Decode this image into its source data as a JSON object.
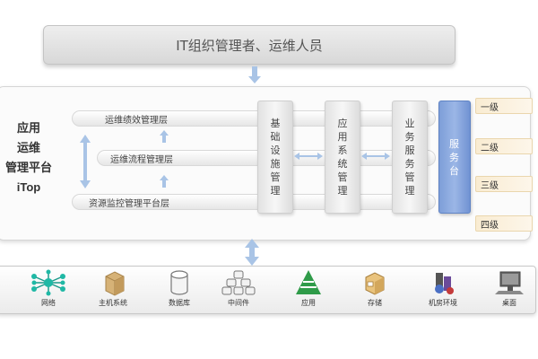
{
  "header": {
    "title": "IT组织管理者、运维人员"
  },
  "platform": {
    "lines": [
      "应用",
      "运维",
      "管理平台",
      "iTop"
    ]
  },
  "layers": [
    {
      "label": "运维绩效管理层"
    },
    {
      "label": "运维流程管理层"
    },
    {
      "label": "资源监控管理平台层"
    }
  ],
  "columns": [
    {
      "label": "基础设施管理"
    },
    {
      "label": "应用系统管理"
    },
    {
      "label": "业务服务管理"
    }
  ],
  "service_desk": {
    "label": "服务台"
  },
  "levels": [
    "一级",
    "二级",
    "三级",
    "四级"
  ],
  "resources": [
    {
      "label": "网络",
      "icon": "network-icon"
    },
    {
      "label": "主机系统",
      "icon": "host-system-icon"
    },
    {
      "label": "数据库",
      "icon": "database-icon"
    },
    {
      "label": "中间件",
      "icon": "middleware-icon"
    },
    {
      "label": "应用",
      "icon": "application-icon"
    },
    {
      "label": "存储",
      "icon": "storage-icon"
    },
    {
      "label": "机房环境",
      "icon": "datacenter-environment-icon"
    },
    {
      "label": "桌面",
      "icon": "desktop-icon"
    }
  ],
  "colors": {
    "arrow": "#a9c4e6",
    "service_desk": "#8aa9e0",
    "level_tag": "#f7e8cb",
    "panel_border": "#d6d6d6"
  }
}
